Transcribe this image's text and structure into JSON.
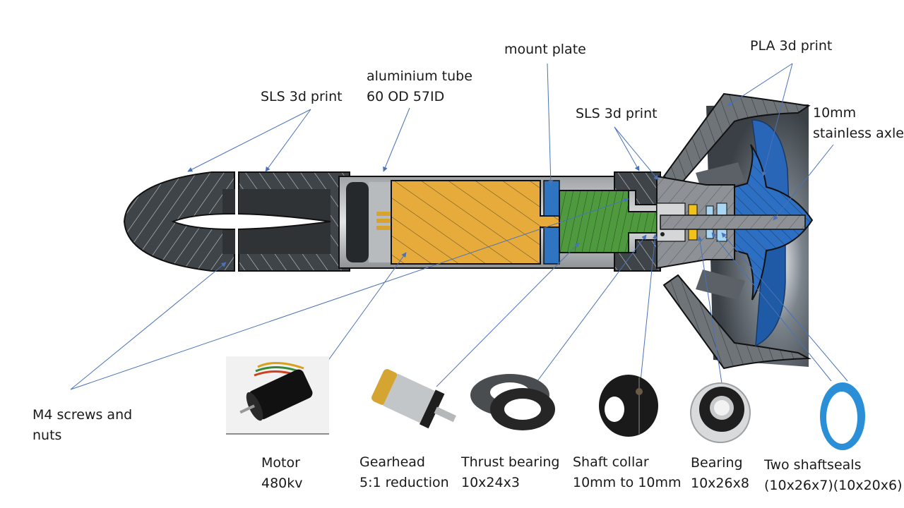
{
  "title": "Thruster assembly cross-section",
  "colors": {
    "print_dark": "#3f4448",
    "print_grey": "#6f7478",
    "aluminium": "#c9cbcd",
    "motor": "#e6ab3a",
    "gearhead": "#4f9a3e",
    "mount_plate": "#2f74c0",
    "propeller": "#2d6fc2",
    "leader": "#4a72b8",
    "bearing_yellow": "#f2c21b",
    "seal_light_blue": "#a9d6f2"
  },
  "labels": {
    "sls_left": "SLS 3d print",
    "alu_tube": [
      "aluminium tube",
      "60 OD 57ID"
    ],
    "mount_plate": "mount plate",
    "sls_right": "SLS 3d print",
    "pla": "PLA 3d print",
    "axle": [
      "10mm",
      "stainless axle"
    ],
    "m4": [
      "M4 screws and",
      "nuts"
    ]
  },
  "components": [
    {
      "id": "motor",
      "name": "Motor",
      "spec": "480kv",
      "icon": "motor-photo-icon"
    },
    {
      "id": "gearhead",
      "name": "Gearhead",
      "spec": "5:1 reduction",
      "icon": "gearhead-photo-icon"
    },
    {
      "id": "thrust-bearing",
      "name": "Thrust bearing",
      "spec": "10x24x3",
      "icon": "thrust-bearing-photo-icon"
    },
    {
      "id": "shaft-collar",
      "name": "Shaft collar",
      "spec": "10mm to 10mm",
      "icon": "shaft-collar-photo-icon"
    },
    {
      "id": "bearing",
      "name": "Bearing",
      "spec": "10x26x8",
      "icon": "ball-bearing-photo-icon"
    },
    {
      "id": "shaftseal",
      "name": "Two shaftseals",
      "spec": "(10x26x7)(10x20x6)",
      "icon": "shaft-seal-photo-icon"
    }
  ]
}
